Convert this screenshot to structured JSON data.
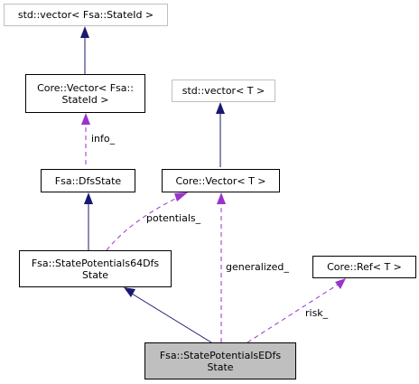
{
  "nodes": {
    "std_vector_stateid": {
      "lines": [
        "std::vector< Fsa::StateId >"
      ]
    },
    "core_vector_stateid": {
      "lines": [
        "Core::Vector< Fsa::",
        "StateId >"
      ]
    },
    "fsa_dfsstate": {
      "lines": [
        "Fsa::DfsState"
      ]
    },
    "std_vector_t": {
      "lines": [
        "std::vector< T >"
      ]
    },
    "core_vector_t": {
      "lines": [
        "Core::Vector< T >"
      ]
    },
    "statepotentials64": {
      "lines": [
        "Fsa::StatePotentials64Dfs",
        "State"
      ]
    },
    "core_ref_t": {
      "lines": [
        "Core::Ref< T >"
      ]
    },
    "statepotentialsE": {
      "lines": [
        "Fsa::StatePotentialsEDfs",
        "State"
      ]
    }
  },
  "edge_labels": {
    "info": "info_",
    "potentials": "potentials_",
    "generalized": "generalized_",
    "risk": "risk_"
  },
  "colors": {
    "inheritance": "#191970",
    "usage": "#9a32cd",
    "external_border": "#bfbfbf",
    "focus_fill": "#bfbfbf"
  }
}
